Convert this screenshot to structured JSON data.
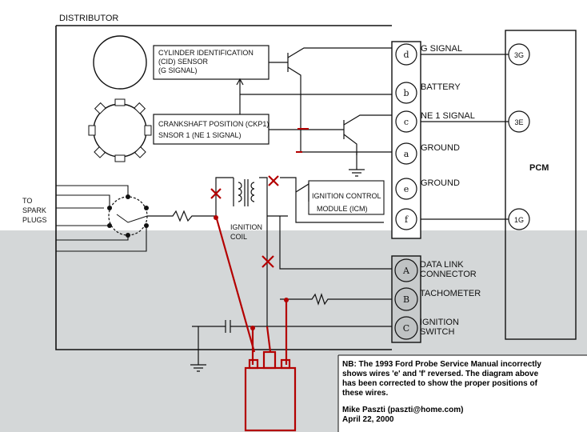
{
  "diagram": {
    "title": "DISTRIBUTOR",
    "cid_sensor": [
      "CYLINDER IDENTIFICATION",
      "(CID) SENSOR",
      "(G SIGNAL)"
    ],
    "ckp_sensor": [
      "CRANKSHAFT POSITION (CKP1)",
      "SNSOR 1 (NE 1 SIGNAL)"
    ],
    "to_spark_plugs": [
      "TO",
      "SPARK",
      "PLUGS"
    ],
    "ignition_coil": [
      "IGNITION",
      "COIL"
    ],
    "icm": [
      "IGNITION CONTROL",
      "MODULE (ICM)"
    ],
    "pcm": "PCM",
    "pins_upper": [
      {
        "id": "d",
        "label": "G SIGNAL",
        "pcm_pin": "3G"
      },
      {
        "id": "b",
        "label": "BATTERY",
        "pcm_pin": ""
      },
      {
        "id": "c",
        "label": "NE 1 SIGNAL",
        "pcm_pin": "3E"
      },
      {
        "id": "a",
        "label": "GROUND",
        "pcm_pin": ""
      },
      {
        "id": "e",
        "label": "GROUND",
        "pcm_pin": ""
      },
      {
        "id": "f",
        "label": "",
        "pcm_pin": "1G"
      }
    ],
    "pins_lower": [
      {
        "id": "A",
        "label": [
          "DATA LINK",
          "CONNECTOR"
        ]
      },
      {
        "id": "B",
        "label": [
          "TACHOMETER"
        ]
      },
      {
        "id": "C",
        "label": [
          "IGNITION",
          "SWITCH"
        ]
      }
    ],
    "note": [
      "NB: The 1993 Ford Probe Service Manual incorrectly",
      "shows wires 'e' and 'f' reversed. The diagram above",
      "has been corrected to show the proper positions of",
      "these wires."
    ],
    "author": "Mike Paszti (paszti@home.com)",
    "date": "April 22, 2000",
    "colors": {
      "red": "#b40000",
      "gray_overlay": "#d4d7d8",
      "ink": "#111111"
    }
  }
}
